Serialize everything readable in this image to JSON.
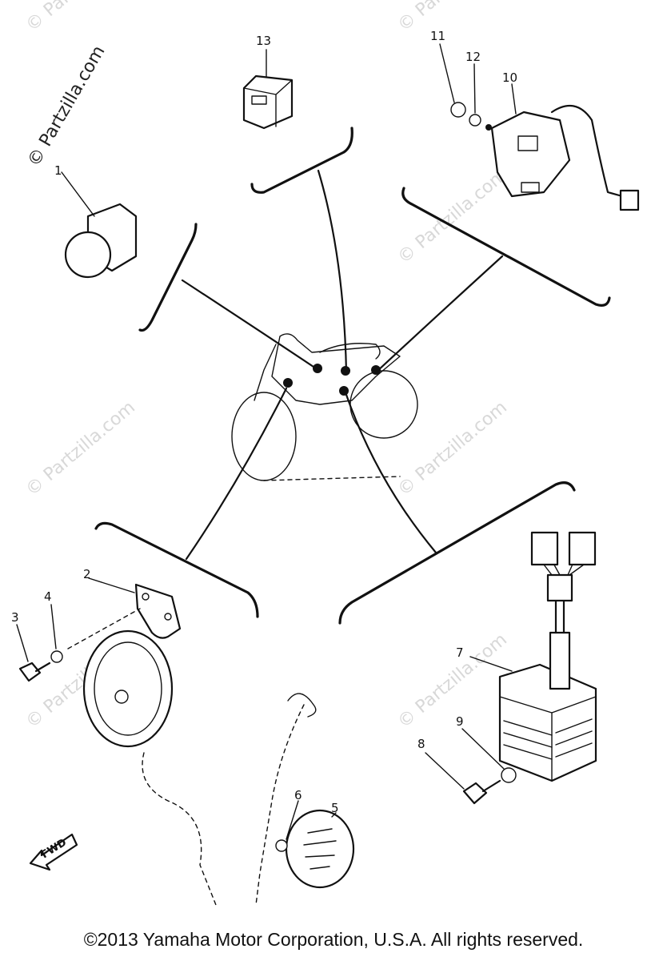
{
  "diagram": {
    "callouts": [
      "1",
      "2",
      "3",
      "4",
      "5",
      "6",
      "7",
      "8",
      "9",
      "10",
      "11",
      "12",
      "13"
    ],
    "fwd_label": "FWD"
  },
  "watermark": {
    "text": "© Partzilla.com",
    "color": "#d8d8d8"
  },
  "footer": {
    "copyright": "©2013  Yamaha Motor Corporation, U.S.A. All rights reserved."
  },
  "colors": {
    "ink": "#111111",
    "background": "#ffffff"
  }
}
